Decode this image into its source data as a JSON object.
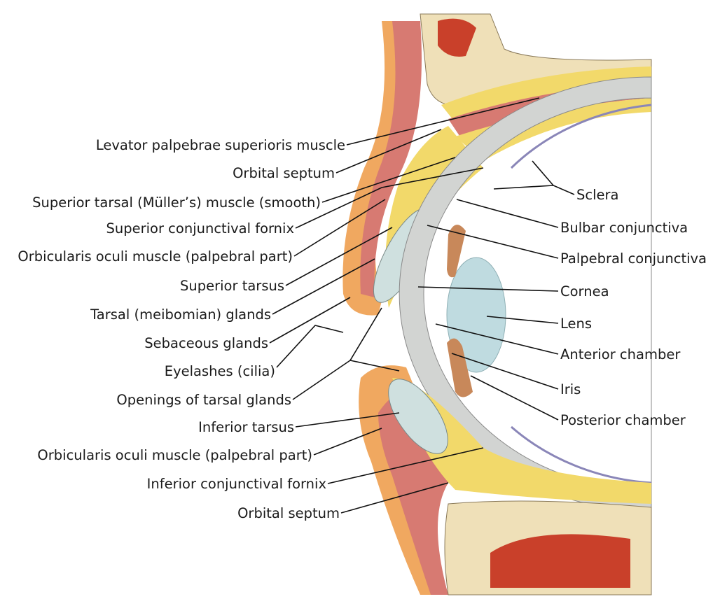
{
  "left_labels": [
    "Levator palpebrae superioris muscle",
    "Orbital septum",
    "Superior tarsal (Müller’s) muscle (smooth)",
    "Superior conjunctival fornix",
    "Orbicularis oculi muscle (palpebral part)",
    "Superior tarsus",
    "Tarsal (meibomian) glands",
    "Sebaceous glands",
    "Eyelashes (cilia)",
    "Openings of tarsal glands",
    "Inferior tarsus",
    "Orbicularis oculi muscle (palpebral part)",
    "Inferior conjunctival fornix",
    "Orbital septum"
  ],
  "right_labels": [
    "Sclera",
    "Bulbar conjunctiva",
    "Palpebral conjunctiva",
    "Cornea",
    "Lens",
    "Anterior chamber",
    "Iris",
    "Posterior chamber"
  ],
  "colors": {
    "bone": "#efe0b8",
    "marrow": "#c9402a",
    "muscle": "#d77a72",
    "fat": "#f2d96a",
    "sclera": "#d2d4d2",
    "lens": "#bfdbe0",
    "skin": "#f0a860"
  }
}
